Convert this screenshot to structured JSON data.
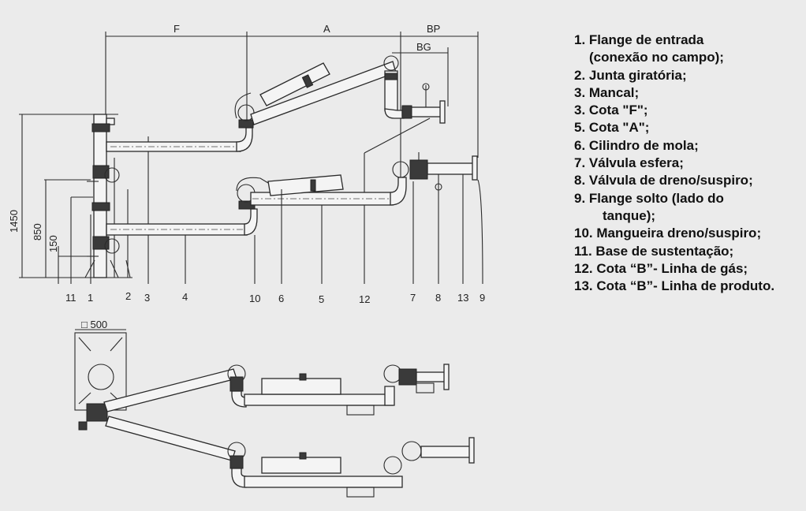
{
  "dimensions": {
    "F": "F",
    "A": "A",
    "Bp": "BP",
    "Bg": "BG",
    "h1450": "1450",
    "h850": "850",
    "h150": "150",
    "square500": "□ 500"
  },
  "callouts": [
    "11",
    "1",
    "2",
    "3",
    "4",
    "10",
    "6",
    "5",
    "12",
    "7",
    "8",
    "13",
    "9"
  ],
  "legend": [
    "1. Flange de entrada",
    "(conexão no campo);",
    "2. Junta giratória;",
    "3. Mancal;",
    "3. Cota \"F\";",
    "5. Cota \"A\";",
    "6. Cilindro de mola;",
    "7. Válvula esfera;",
    "8. Válvula de dreno/suspiro;",
    "9. Flange solto (lado do",
    "tanque);",
    "10. Mangueira dreno/suspiro;",
    "11. Base de sustentação;",
    "12. Cota “B”- Linha de gás;",
    "13. Cota “B”- Linha de produto."
  ]
}
